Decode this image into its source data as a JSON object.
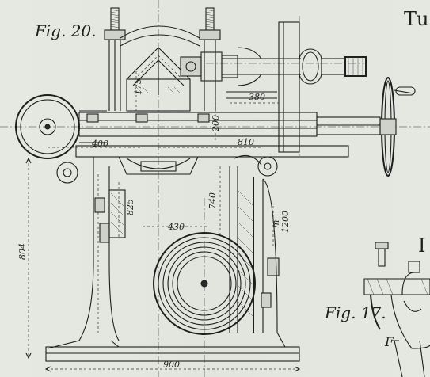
{
  "figures": {
    "main_label": "Fig. 20.",
    "secondary_label": "Fig. 17.",
    "edge_title_fragment": "Tu",
    "edge_letter_right": "I",
    "part_letter": "F"
  },
  "dimensions": {
    "d175": "175",
    "d380": "380",
    "d200": "200",
    "d400": "400",
    "d810": "810",
    "d825": "825",
    "d740": "740",
    "d430": "430",
    "d1200": "1200",
    "d804": "804",
    "d900": "900",
    "dm": "m"
  },
  "colors": {
    "paper": "#e4e6e0",
    "ink": "#1e1e1e"
  }
}
